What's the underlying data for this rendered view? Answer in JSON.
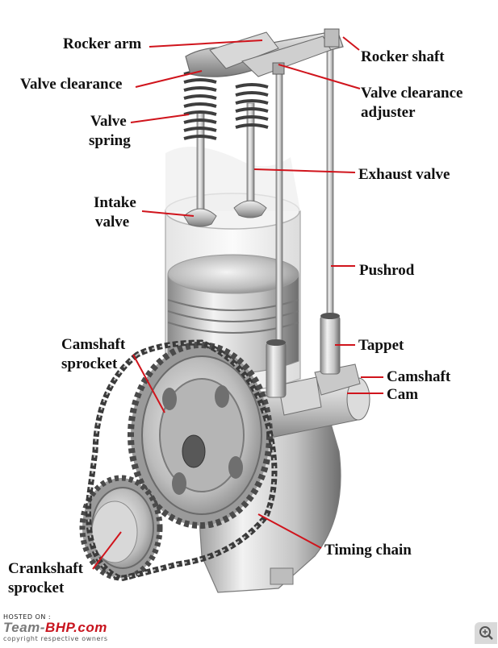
{
  "labels": {
    "rocker_arm": "Rocker arm",
    "rocker_shaft": "Rocker shaft",
    "valve_clearance": "Valve clearance",
    "valve_clearance_adjuster_line1": "Valve clearance",
    "valve_clearance_adjuster_line2": "adjuster",
    "valve_spring_line1": "Valve",
    "valve_spring_line2": "spring",
    "exhaust_valve": "Exhaust valve",
    "intake_valve_line1": "Intake",
    "intake_valve_line2": "valve",
    "pushrod": "Pushrod",
    "camshaft_sprocket_line1": "Camshaft",
    "camshaft_sprocket_line2": "sprocket",
    "tappet": "Tappet",
    "camshaft": "Camshaft",
    "cam": "Cam",
    "timing_chain": "Timing chain",
    "crankshaft_sprocket_line1": "Crankshaft",
    "crankshaft_sprocket_line2": "sprocket"
  },
  "watermark": {
    "hosted_on": "HOSTED ON :",
    "brand_part1": "Team-",
    "brand_part2": "BHP.com",
    "copyright": "copyright respective owners"
  },
  "colors": {
    "leader_line": "#d0141c",
    "metal_light": "#e6e6e6",
    "metal_dark": "#7f7f7f",
    "label_text": "#111111"
  },
  "icons": {
    "zoom": "zoom-in-icon"
  }
}
